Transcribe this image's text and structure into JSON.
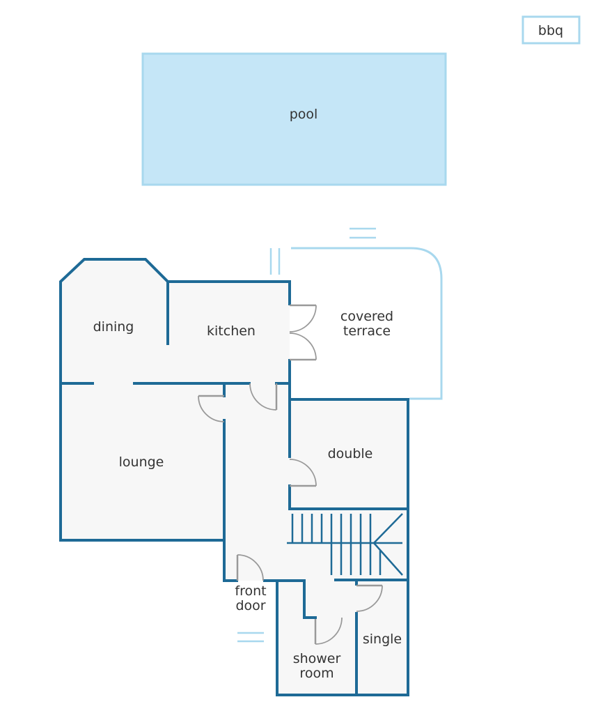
{
  "colors": {
    "wall": "#1e6a96",
    "outdoor_outline": "#a8d8ee",
    "pool_fill": "#c5e6f7",
    "floor": "#f7f7f7",
    "door": "#999999",
    "text": "#333333"
  },
  "labels": {
    "bbq": "bbq",
    "pool": "pool",
    "covered_terrace_line1": "covered",
    "covered_terrace_line2": "terrace",
    "dining": "dining",
    "kitchen": "kitchen",
    "lounge": "lounge",
    "double": "double",
    "front_door_line1": "front",
    "front_door_line2": "door",
    "shower_room_line1": "shower",
    "shower_room_line2": "room",
    "single": "single"
  }
}
